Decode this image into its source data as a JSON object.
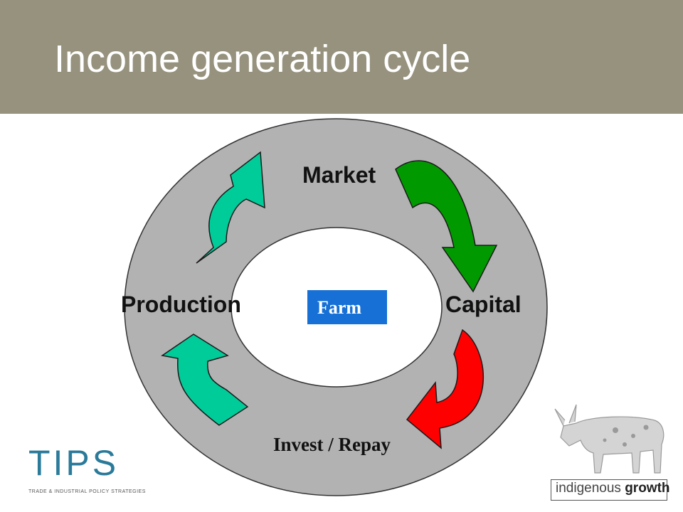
{
  "slide": {
    "title": "Income generation cycle"
  },
  "diagram": {
    "nodes": {
      "market": "Market",
      "capital": "Capital",
      "invest_repay": "Invest / Repay",
      "production": "Production",
      "center": "Farm"
    },
    "colors": {
      "ring": "#b2b2b2",
      "arrow_market_to_capital": "#009a00",
      "arrow_capital_to_invest": "#ff0000",
      "arrow_teal": "#00cc99",
      "center_box": "#1670d6",
      "header_bar": "#96927e"
    }
  },
  "logos": {
    "left": {
      "letters": "TIPS",
      "subtitle": "TRADE & INDUSTRIAL POLICY STRATEGIES"
    },
    "right": {
      "text_light": "indigenous ",
      "text_bold": "growth"
    },
    "cow_icon": "cow-illustration"
  }
}
